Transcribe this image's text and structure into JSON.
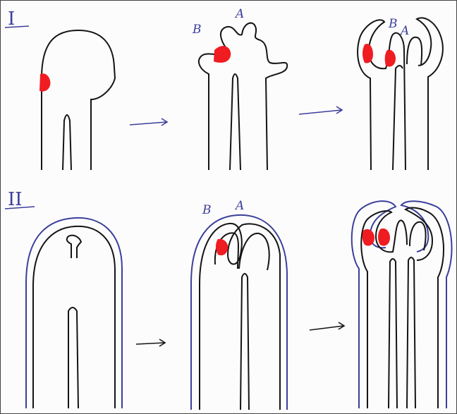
{
  "rows": [
    {
      "id": "I",
      "label": "I"
    },
    {
      "id": "II",
      "label": "II"
    }
  ],
  "letters": {
    "a": "A",
    "b": "B"
  },
  "colors": {
    "black": "#141414",
    "blue": "#3b3f9b",
    "red": "#ef1c22",
    "background": "#fdfcfc"
  }
}
